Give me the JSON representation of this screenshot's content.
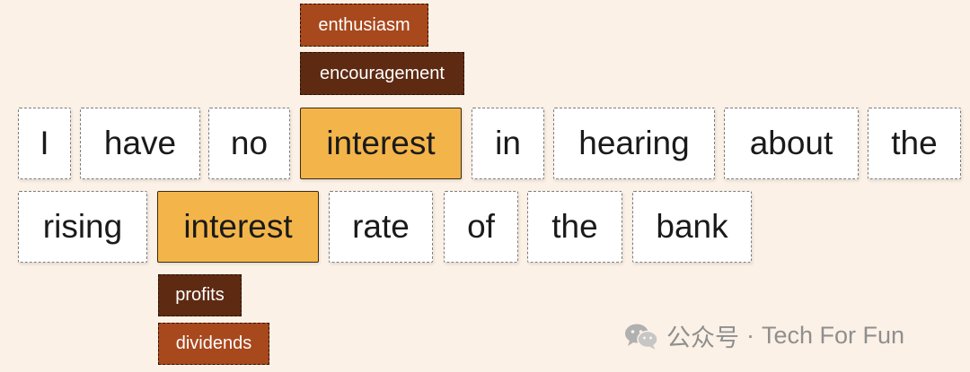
{
  "sentence_line1": [
    "I",
    "have",
    "no",
    "interest",
    "in",
    "hearing",
    "about",
    "the"
  ],
  "sentence_line2": [
    "rising",
    "interest",
    "rate",
    "of",
    "the",
    "bank"
  ],
  "senses_first_interest": [
    "enthusiasm",
    "encouragement"
  ],
  "senses_second_interest": [
    "profits",
    "dividends"
  ],
  "watermark": {
    "channel": "公众号",
    "separator": "·",
    "name": "Tech For Fun"
  },
  "colors": {
    "background": "#fcf1e6",
    "highlight": "#f3b54a",
    "tag_dark": "#5e2a12",
    "tag_mid": "#a8481d"
  }
}
